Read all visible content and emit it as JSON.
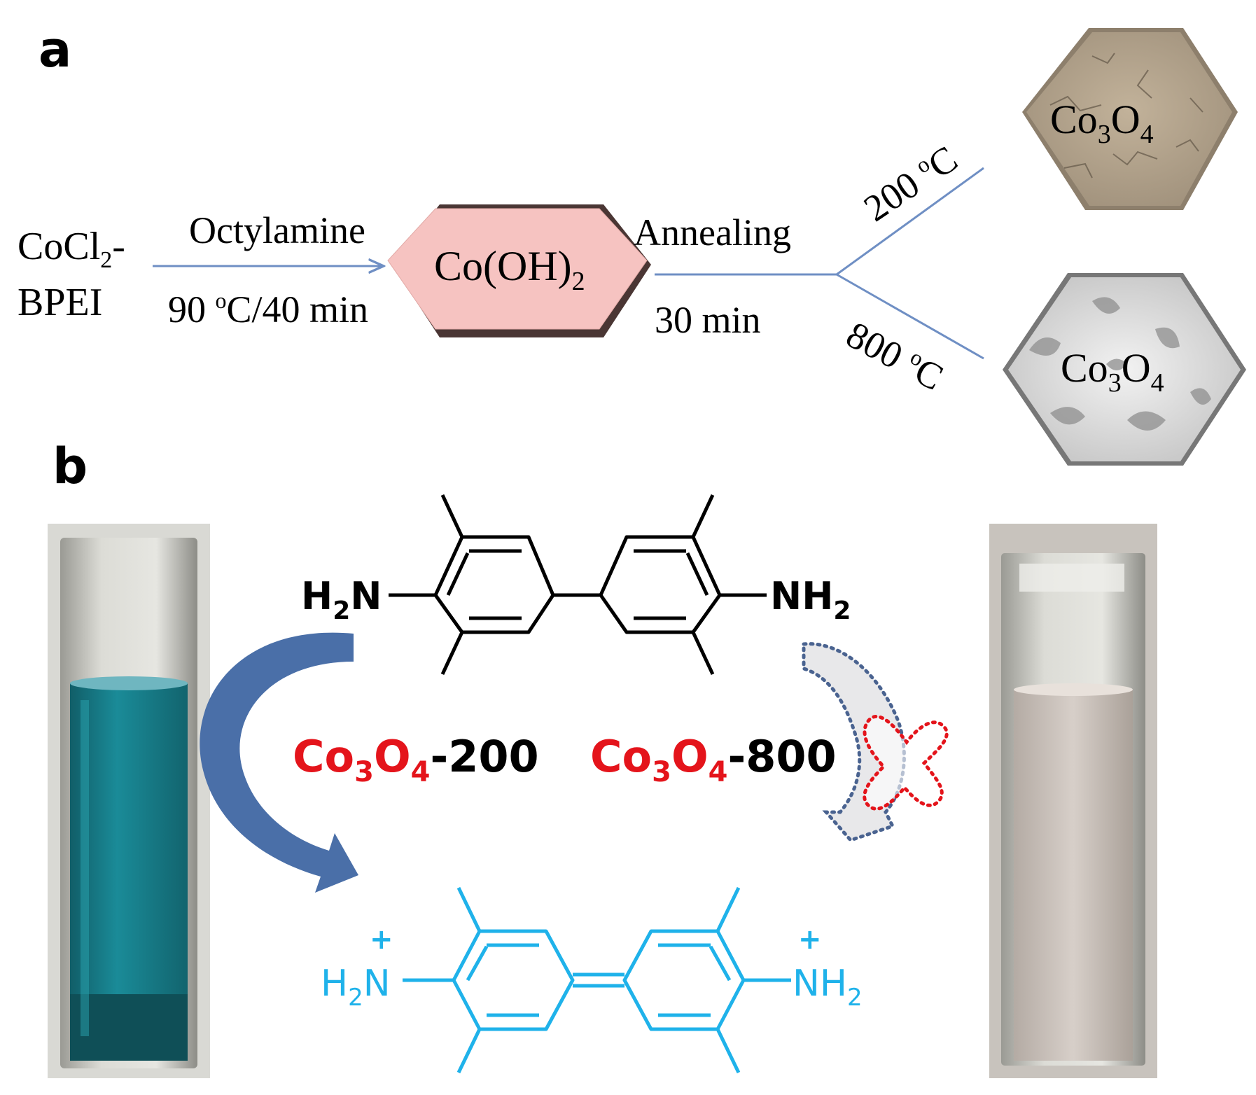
{
  "panel_a": {
    "label": "a",
    "reactant_line1": "CoCl",
    "reactant_line1_sub": "2",
    "reactant_line1_tail": "-",
    "reactant_line2": "BPEI",
    "step1_above": "Octylamine",
    "step1_below_pre": "90 ",
    "step1_below_sup": "o",
    "step1_below_post": "C/40 min",
    "intermediate_main": "Co(OH)",
    "intermediate_sub": "2",
    "step2_above": "Annealing",
    "step2_below": "30 min",
    "branch_upper_pre": "200 ",
    "branch_upper_sup": "o",
    "branch_upper_post": "C",
    "branch_lower_pre": "800 ",
    "branch_lower_sup": "o",
    "branch_lower_post": "C",
    "product_main": "Co",
    "product_sub1": "3",
    "product_mid": "O",
    "product_sub2": "4"
  },
  "panel_b": {
    "label": "b",
    "amine": "H",
    "amine_sub": "2",
    "amine_n": "N",
    "amine_r": "NH",
    "amine_r_sub": "2",
    "plus": "+",
    "cat1_co": "Co",
    "cat1_s1": "3",
    "cat1_o": "O",
    "cat1_s2": "4",
    "cat1_tail": "-200",
    "cat2_co": "Co",
    "cat2_s1": "3",
    "cat2_o": "O",
    "cat2_s2": "4",
    "cat2_tail": "-800"
  },
  "colors": {
    "arrow_line": "#6f8fc4",
    "hexagon_pink": "#f6c3c1",
    "reagent_black": "#000000",
    "oxidized_blue": "#1fb2ea",
    "catalyst_red": "#e4141b",
    "curved_arrow": "#4a6fa8",
    "cuvette_teal": "#1d8c9a",
    "cuvette_clear": "#cfc8c2",
    "cross_red": "#e4141b",
    "dotted_arrow": "#4a6390"
  },
  "icons": [
    "curved-arrow-icon",
    "dotted-arrow-icon",
    "cross-mark-icon"
  ]
}
